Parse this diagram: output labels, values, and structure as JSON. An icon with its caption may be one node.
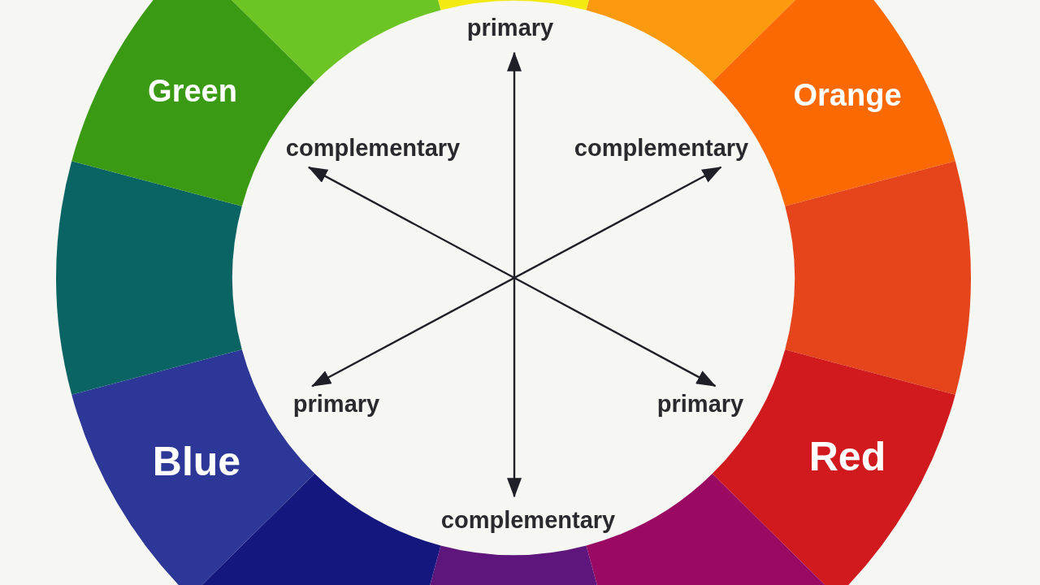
{
  "diagram": {
    "nodes": [
      {
        "text": [],
        "shape": "segment"
      },
      {
        "text": [],
        "shape": "segment"
      },
      {
        "text": [
          "Orange"
        ]
      },
      {
        "text": [],
        "shape": "segment"
      },
      {
        "text": [
          "Red"
        ]
      },
      {
        "text": [],
        "shape": "segment"
      },
      {
        "text": [],
        "shape": "segment"
      },
      {
        "text": [],
        "shape": "segment"
      },
      {
        "text": [
          "Blue"
        ]
      },
      {
        "text": [],
        "shape": "segment"
      },
      {
        "text": [
          "Green"
        ]
      },
      {
        "text": [],
        "shape": "segment"
      },
      {
        "text": [
          "primary"
        ]
      },
      {
        "text": [
          "complementary"
        ]
      },
      {
        "text": [
          "complementary"
        ]
      },
      {
        "text": [
          "primary"
        ]
      },
      {
        "text": [
          "primary"
        ]
      },
      {
        "text": [
          "complementary"
        ]
      }
    ],
    "edges": [
      {
        "from": 12,
        "to": 17,
        "arrow": "both"
      },
      {
        "from": 13,
        "to": 16,
        "arrow": "both"
      },
      {
        "from": 14,
        "to": 15,
        "arrow": "both"
      }
    ]
  }
}
